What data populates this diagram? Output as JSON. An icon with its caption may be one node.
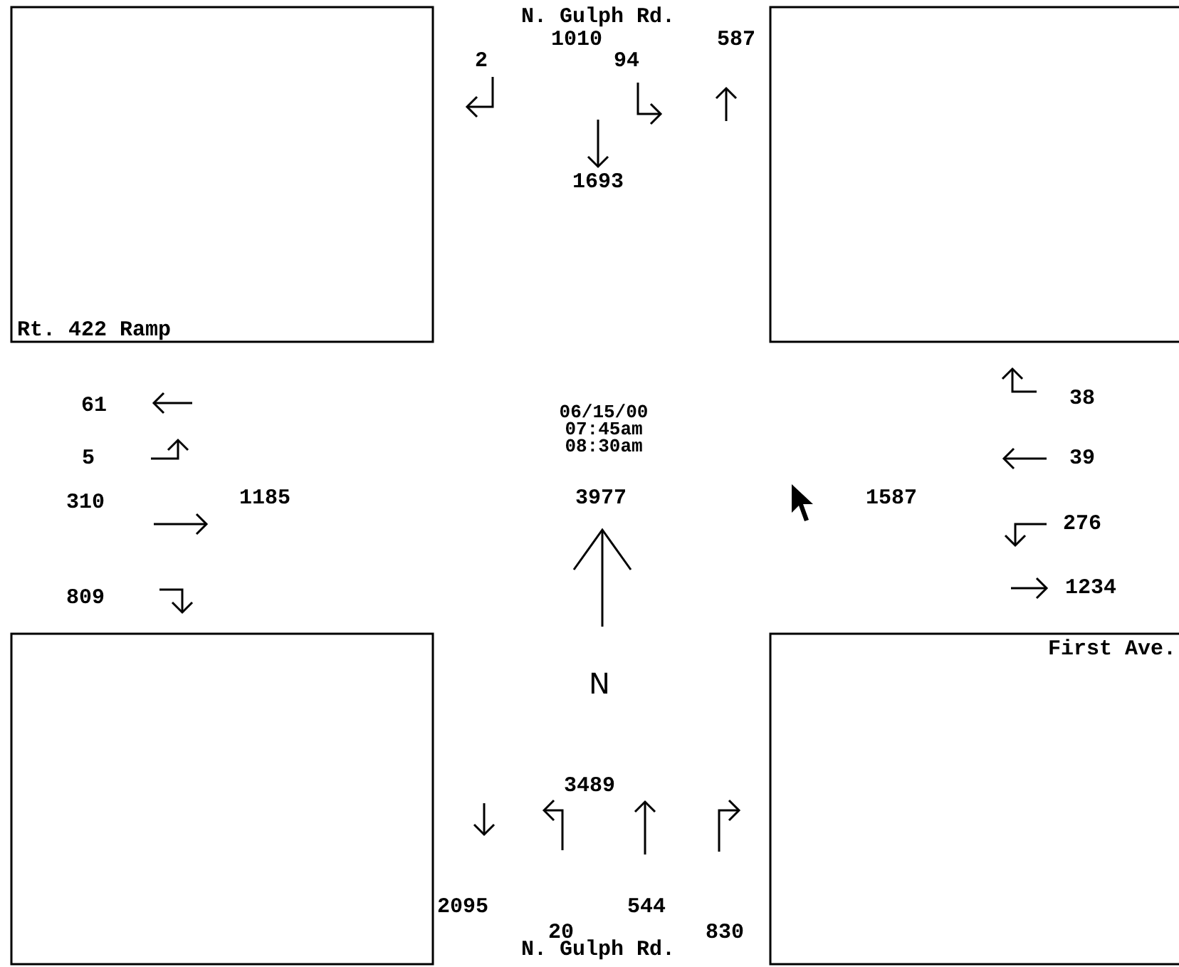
{
  "diagram": {
    "labels": [
      "N. Gulph Rd.",
      "1010",
      "587",
      "2",
      "94",
      "1693",
      "Rt. 422 Ramp",
      "38",
      "61",
      "06/15/00",
      "07:45am",
      "08:30am",
      "5",
      "39",
      "310",
      "1185",
      "3977",
      "1587",
      "276",
      "1234",
      "809",
      "First Ave.",
      "N",
      "3489",
      "2095",
      "544",
      "20",
      "830",
      "N. Gulph Rd."
    ]
  }
}
